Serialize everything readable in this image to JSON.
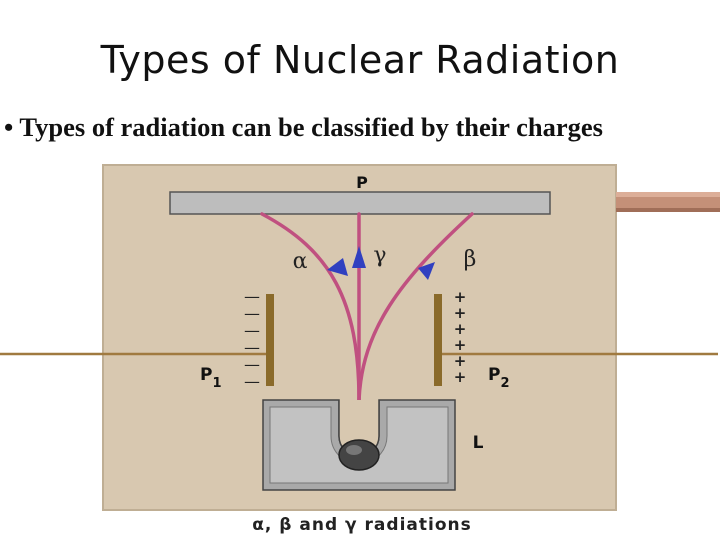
{
  "slide": {
    "title": "Types of Nuclear Radiation",
    "bullet": "• Types of radiation can be classified by their charges"
  },
  "diagram": {
    "plate_top_label": "P",
    "plate_left_label": "P",
    "plate_left_sub": "1",
    "plate_right_label": "P",
    "plate_right_sub": "2",
    "source_label": "L",
    "alpha_label": "α",
    "gamma_label": "γ",
    "beta_label": "β",
    "left_plate_sign": "—",
    "right_plate_sign": "+",
    "caption": "α, β and γ radiations"
  },
  "colors": {
    "background_panel": "#d8c8b0",
    "plate_top": "#b9b9b9",
    "side_plates": "#8a6a2a",
    "wire": "#a07a40",
    "paths": "#c05080",
    "arrows": "#3040c0",
    "pipe": "#c49078",
    "block": "#a9a9a9"
  }
}
